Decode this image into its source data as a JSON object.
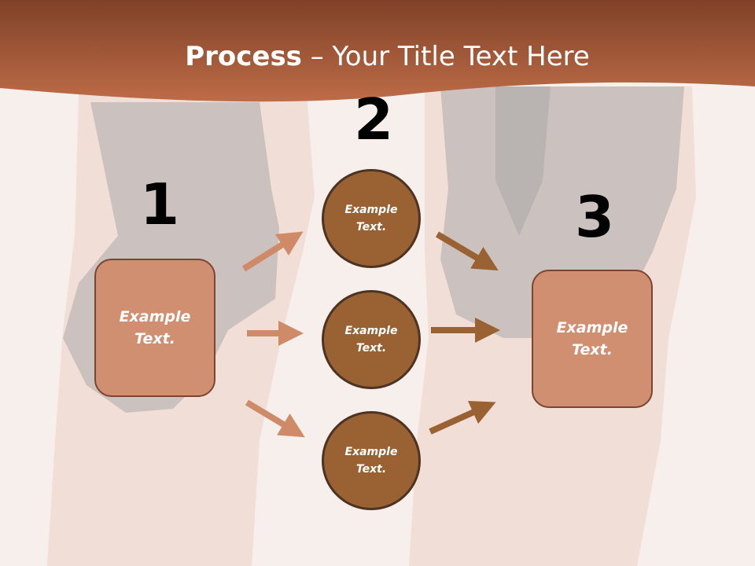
{
  "slide": {
    "title_bold": "Process",
    "title_rest": " – Your Title Text Here"
  },
  "steps": {
    "step1": {
      "number": "1",
      "label": "Example Text."
    },
    "step2": {
      "number": "2",
      "labels": [
        "Example Text.",
        "Example Text.",
        "Example Text."
      ]
    },
    "step3": {
      "number": "3",
      "label": "Example Text."
    }
  },
  "colors": {
    "header": "#b5643c",
    "box_fill": "#cf8f70",
    "circle_fill": "#9a6233",
    "arrow_light": "#cf8a67",
    "arrow_dark": "#9a6233"
  }
}
